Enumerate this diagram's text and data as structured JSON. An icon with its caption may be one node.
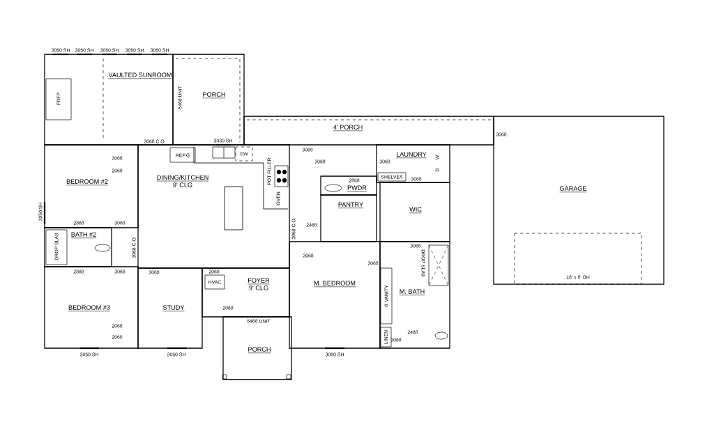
{
  "diagram": {
    "nodes": [
      {
        "text": [
          "VAULTED SUNROOM"
        ]
      },
      {
        "text": [
          "FRFP"
        ],
        "in": 0
      },
      {
        "text": [
          "PORCH"
        ]
      },
      {
        "text": [
          "4' PORCH"
        ]
      },
      {
        "text": [
          "GARAGE"
        ]
      },
      {
        "text": [
          "18' x 8' OH"
        ],
        "in": 4
      },
      {
        "text": [
          "BEDROOM #2"
        ]
      },
      {
        "text": [
          "DINING/KITCHEN",
          "9' CLG"
        ]
      },
      {
        "text": [
          "REF'G"
        ],
        "in": 7
      },
      {
        "text": [
          "DW"
        ],
        "in": 7
      },
      {
        "text": [
          "LAUNDRY"
        ]
      },
      {
        "text": [
          "PWDR"
        ]
      },
      {
        "text": [
          "SHELVES"
        ],
        "in": 10
      },
      {
        "text": [
          "PANTRY"
        ]
      },
      {
        "text": [
          "WIC"
        ]
      },
      {
        "text": [
          "BATH #2"
        ]
      },
      {
        "text": [
          "BEDROOM #3"
        ]
      },
      {
        "text": [
          "STUDY"
        ]
      },
      {
        "text": [
          "FOYER",
          "9' CLG"
        ]
      },
      {
        "text": [
          "HVAC"
        ],
        "in": 18
      },
      {
        "text": [
          "M. BEDROOM"
        ]
      },
      {
        "text": [
          "M. BATH"
        ]
      },
      {
        "text": [
          "8' VANITY"
        ],
        "in": 21
      },
      {
        "text": [
          "LINEN"
        ],
        "in": 21
      },
      {
        "text": [
          "PORCH"
        ]
      }
    ],
    "labels": [
      "3050 SH",
      "3050 SH",
      "3050 SH",
      "3050 SH",
      "3050 SH",
      "5468 UNIT",
      "3068 C.O.",
      "3030 SH",
      "3068",
      "3068",
      "3068",
      "3068",
      "3068",
      "W",
      "D",
      "POT FILLER",
      "2068",
      "2868",
      "3068",
      "OVEN",
      "3050 SH",
      "2868",
      "3068",
      "2468",
      "3068 C.O.",
      "DROP SLAB",
      "3068 C.O.",
      "3068",
      "3068",
      "3068",
      "DROP SLAB",
      "2868",
      "3068",
      "3068",
      "2068",
      "2068",
      "5468 UNIT",
      "2068",
      "2068",
      "2468",
      "3068",
      "3050 SH",
      "3050 SH",
      "3050 SH"
    ]
  }
}
